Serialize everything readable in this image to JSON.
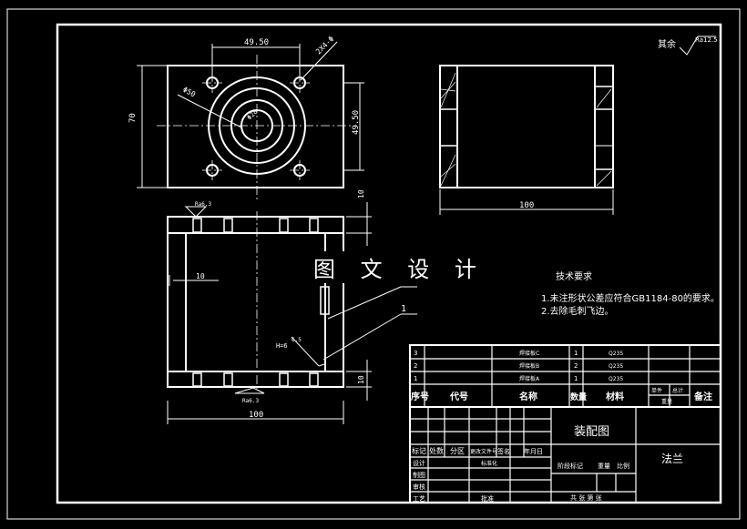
{
  "drawing": {
    "roughness_note": "其余",
    "roughness_value": "Ra12.5",
    "watermark": "图 文 设 计",
    "dims": {
      "top_width": "49.50",
      "side_height": "49.50",
      "total_height": "70",
      "hole_label": "2X4-Φ",
      "hole_dia": "Φ50",
      "bore_dia": "Φ28",
      "side_width": "100",
      "front_width": "100",
      "wall_10a": "10",
      "wall_10b": "10",
      "flange_10": "10",
      "rough_top": "Ra6.3",
      "rough_bottom": "Ra6.3",
      "weld_h": "H=6",
      "weld_k": "6.5",
      "leader_1": "1",
      "leader_2": "1"
    },
    "tech_req": {
      "title": "技术要求",
      "line1": "1.未注形状公差应符合GB1184-80的要求。",
      "line2": "2.去除毛刺飞边。"
    }
  },
  "title_block": {
    "bom": [
      {
        "no": "3",
        "name": "焊接板C",
        "qty": "1",
        "mat": "Q235"
      },
      {
        "no": "2",
        "name": "焊接板B",
        "qty": "2",
        "mat": "Q235"
      },
      {
        "no": "1",
        "name": "焊接板A",
        "qty": "1",
        "mat": "Q235"
      }
    ],
    "headers": {
      "no": "序号",
      "code": "代号",
      "name": "名称",
      "qty": "数量",
      "mat": "材料",
      "unit_w": "单件",
      "total_w": "总计",
      "weight": "重量",
      "note": "备注"
    },
    "assembly": "装配图",
    "part_name": "法兰",
    "rev_labels": {
      "mark": "标记",
      "count": "处数",
      "zone": "分区",
      "doc": "更改文件号",
      "sign": "签名",
      "date": "年月日"
    },
    "roles": {
      "design": "设计",
      "std": "标准化",
      "draw": "制图",
      "check": "审核",
      "process": "工艺",
      "approve": "批准"
    },
    "stage": "阶段标记",
    "weight_l": "重量",
    "scale": "比例",
    "sheets": "共  张  第  张"
  }
}
